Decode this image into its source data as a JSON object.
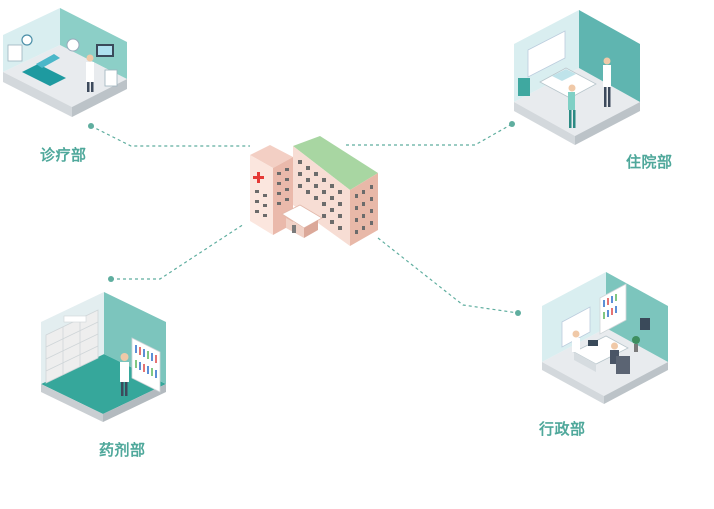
{
  "diagram": {
    "nodes": [
      {
        "id": "clinic",
        "label": "诊疗部"
      },
      {
        "id": "inpatient",
        "label": "住院部"
      },
      {
        "id": "pharmacy",
        "label": "药剂部"
      },
      {
        "id": "admin",
        "label": "行政部"
      }
    ],
    "center_icon": "hospital-building-icon",
    "colors": {
      "label": "#4fa89b",
      "connector": "#5fae9f",
      "wall_teal": "#7cc5bd",
      "wall_light": "#d9eef0",
      "floor": "#e9ecef",
      "building_wall": "#f6d8cf",
      "building_roof": "#a8d6a2",
      "cross": "#e53935"
    }
  }
}
